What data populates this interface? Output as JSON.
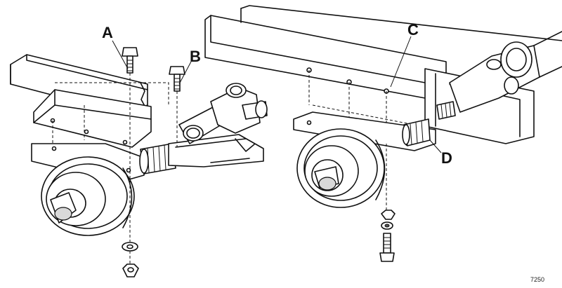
{
  "callouts": {
    "a": "A",
    "b": "B",
    "c": "C",
    "d": "D"
  },
  "figure_number": "7250",
  "colors": {
    "ink": "#111111",
    "background": "#ffffff"
  }
}
